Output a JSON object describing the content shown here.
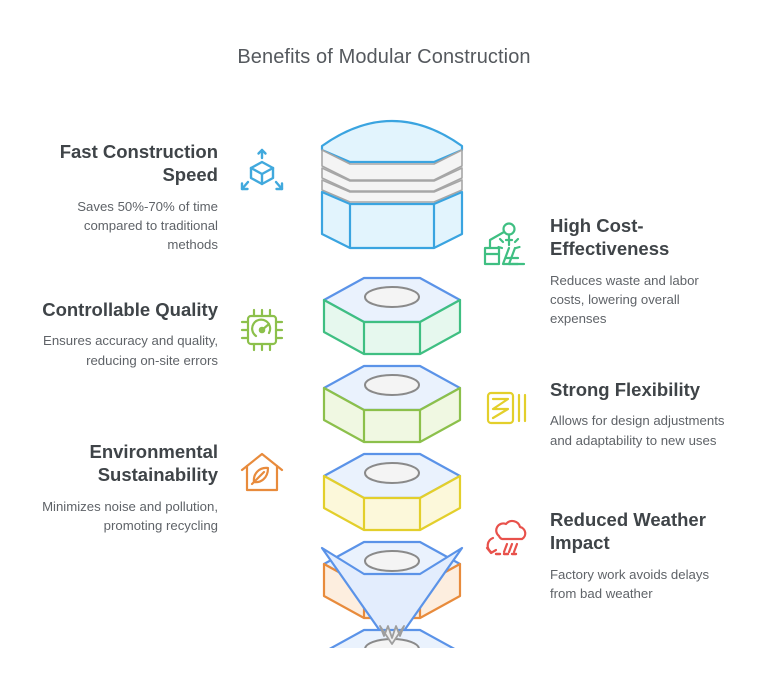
{
  "page": {
    "title": "Benefits of Modular Construction",
    "background_color": "#ffffff",
    "title_color": "#55595e"
  },
  "benefits": [
    {
      "id": "fast-construction-speed",
      "side": "left",
      "title": "Fast Construction Speed",
      "description": "Saves 50%-70% of time compared to traditional methods",
      "icon": "expand-cube-icon",
      "color": "#41a9dd"
    },
    {
      "id": "high-cost-effectiveness",
      "side": "right",
      "title": "High Cost-Effectiveness",
      "description": "Reduces waste and labor costs, lowering overall expenses",
      "icon": "robot-arm-icon",
      "color": "#3fbf82"
    },
    {
      "id": "controllable-quality",
      "side": "left",
      "title": "Controllable Quality",
      "description": "Ensures accuracy and quality, reducing on-site errors",
      "icon": "chip-gauge-icon",
      "color": "#8cc04b"
    },
    {
      "id": "strong-flexibility",
      "side": "right",
      "title": "Strong Flexibility",
      "description": "Allows for design adjustments and adaptability to new uses",
      "icon": "flexible-panel-icon",
      "color": "#e3cf2b"
    },
    {
      "id": "environmental-sustainability",
      "side": "left",
      "title": "Environmental Sustainability",
      "description": "Minimizes noise and pollution, promoting recycling",
      "icon": "house-leaf-icon",
      "color": "#e88b3c"
    },
    {
      "id": "reduced-weather-impact",
      "side": "right",
      "title": "Reduced Weather Impact",
      "description": "Factory work avoids delays from bad weather",
      "icon": "cloud-rain-refresh-icon",
      "color": "#e8514b"
    }
  ],
  "stack_graphic": {
    "name": "stacked-hex-funnel",
    "description": "Stacked hexagonal prism modules forming a funnel",
    "top_cap_color": "#3aa4e0",
    "top_cap_fill": "#e2f4fd",
    "band_color": "#a6a6a6",
    "hole_color": "#8a8a8a",
    "funnel_color": "#5b93e8",
    "funnel_fill": "#e3edfd",
    "tip_color": "#9e9e9e",
    "layers": [
      {
        "label": "fast-construction-speed",
        "stroke": "#3aa4e0",
        "fill": "#e2f4fd"
      },
      {
        "label": "high-cost-effectiveness",
        "stroke": "#3fbf82",
        "fill": "#e6f8ee"
      },
      {
        "label": "controllable-quality",
        "stroke": "#8cc04b",
        "fill": "#f0f8e2"
      },
      {
        "label": "strong-flexibility",
        "stroke": "#e3cf2b",
        "fill": "#fcf8da"
      },
      {
        "label": "environmental-sustainability",
        "stroke": "#e88b3c",
        "fill": "#fdeedf"
      },
      {
        "label": "reduced-weather-impact",
        "stroke": "#e8514b",
        "fill": "#fce5e4"
      }
    ]
  }
}
